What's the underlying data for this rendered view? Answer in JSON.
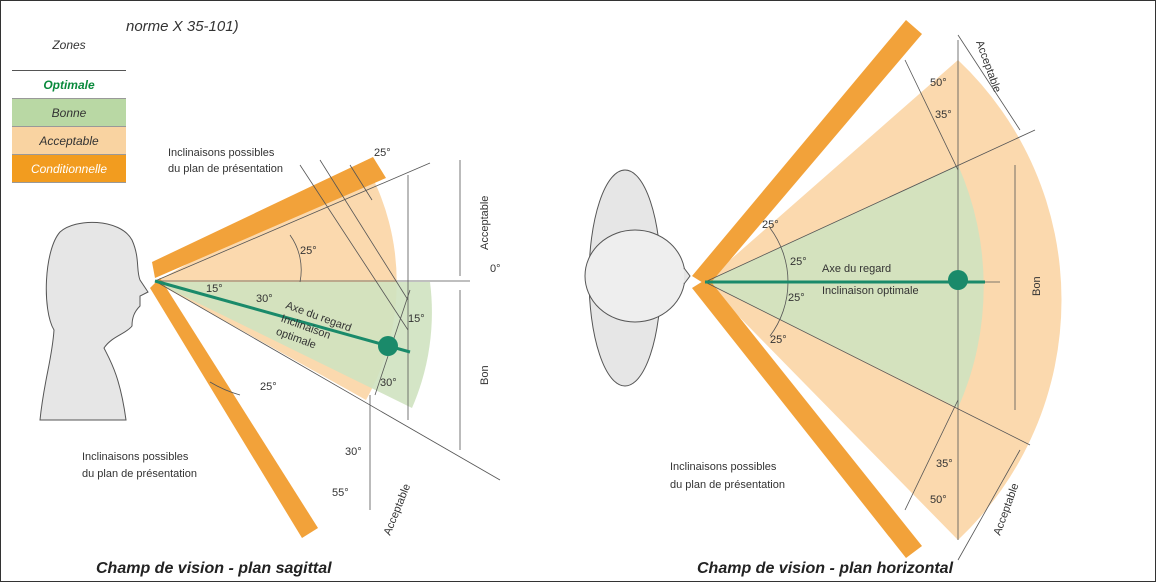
{
  "header": {
    "norme": "norme X 35-101)"
  },
  "legend": {
    "title": "Zones",
    "items": [
      {
        "label": "Optimale",
        "bg": "#ffffff",
        "fg": "#0a8a3c",
        "bold": true
      },
      {
        "label": "Bonne",
        "bg": "#b9d8a4",
        "fg": "#333333",
        "bold": false
      },
      {
        "label": "Acceptable",
        "bg": "#f9d3a1",
        "fg": "#333333",
        "bold": false
      },
      {
        "label": "Conditionnelle",
        "bg": "#f29c1f",
        "fg": "#ffffff",
        "bold": false
      }
    ]
  },
  "colors": {
    "optimal": "#1a8a6a",
    "bonne": "#cfe2c0",
    "acceptable": "#fbd9ae",
    "conditionnelle": "#f2a23a"
  },
  "sagittal": {
    "caption": "Champ de vision - plan sagittal",
    "labels": {
      "incl_top": [
        "Inclinaisons possibles",
        "du plan de présentation"
      ],
      "incl_bottom": [
        "Inclinaisons possibles",
        "du plan de présentation"
      ],
      "axe": [
        "Axe du regard",
        "Inclinaison",
        "optimale"
      ],
      "acceptable": "Acceptable",
      "acceptable_bottom": "Acceptable",
      "bon": "Bon",
      "zero": "0°",
      "a25_top": "25°",
      "a25_mid": "25°",
      "a15": "15°",
      "a30": "30°",
      "a15_right": "15°",
      "a30_right": "30°",
      "a25_low": "25°",
      "a30_low": "30°",
      "a55": "55°"
    }
  },
  "horizontal": {
    "caption": "Champ de vision - plan horizontal",
    "labels": {
      "incl_bottom": [
        "Inclinaisons possibles",
        "du plan de présentation"
      ],
      "axe": [
        "Axe du regard",
        "Inclinaison optimale"
      ],
      "acceptable_top": "Acceptable",
      "acceptable_bottom": "Acceptable",
      "bon": "Bon",
      "a50_top": "50°",
      "a35_top": "35°",
      "a25_upper": "25°",
      "a25_mid_top": "25°",
      "a25_mid_bot": "25°",
      "a25_lower": "25°",
      "a35_bot": "35°",
      "a50_bot": "50°"
    }
  }
}
